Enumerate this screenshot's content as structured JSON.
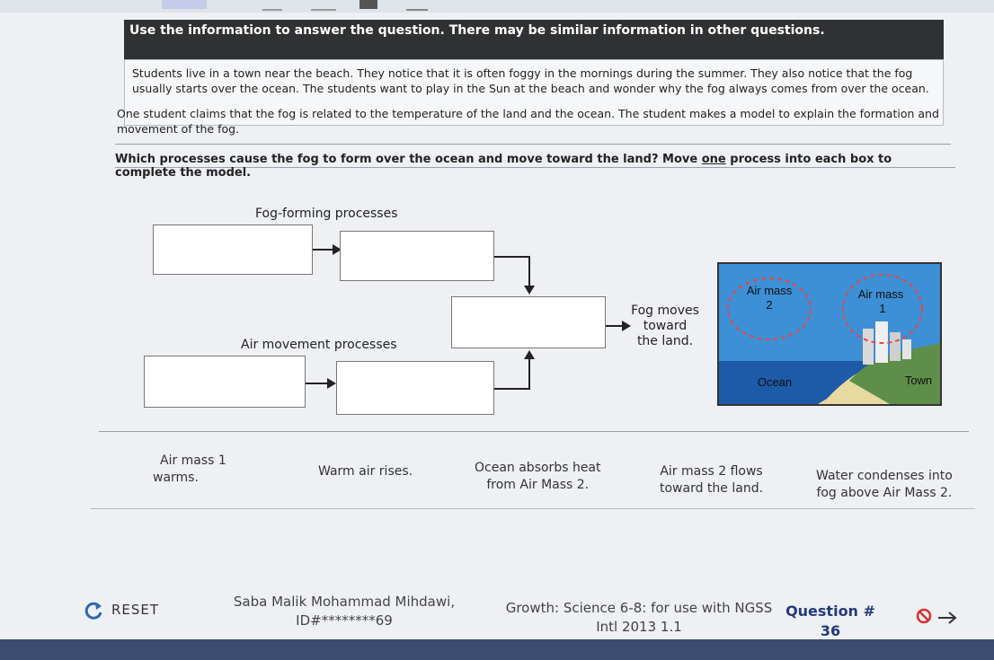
{
  "header": {
    "instruction": "Use the information to answer the question. There may be similar information in other questions."
  },
  "passage": {
    "line1": "Students live in a town near the beach. They notice that it is often foggy in the mornings during the summer. They also notice that the fog",
    "line2": "usually starts over the ocean. The students want to play in the Sun at the beach and wonder why the fog always comes from over the ocean."
  },
  "claim": {
    "line1": "One student claims that the fog is related to the temperature of the land and the ocean. The student makes a model to explain the formation and",
    "line2": "movement of the fog."
  },
  "question": {
    "before": "Which processes cause the fog to form over the ocean and move toward the land? Move ",
    "emph": "one",
    "after": " process into each box to complete the model."
  },
  "model": {
    "fog_forming_label": "Fog-forming processes",
    "air_movement_label": "Air movement processes",
    "fog_moves": [
      "Fog moves",
      "toward",
      "the land."
    ]
  },
  "scene": {
    "air_mass_2": [
      "Air mass",
      "2"
    ],
    "air_mass_1": [
      "Air mass",
      "1"
    ],
    "ocean": "Ocean",
    "town": "Town",
    "colors": {
      "sky": "#3d8fd6",
      "ocean": "#1d5aa8",
      "land": "#5e8e4a",
      "sand": "#e8d9a0"
    }
  },
  "choices": [
    {
      "line1": "Air mass 1",
      "line2": "warms."
    },
    {
      "line1": "Warm air rises.",
      "line2": ""
    },
    {
      "line1": "Ocean absorbs heat",
      "line2": "from Air Mass 2."
    },
    {
      "line1": "Air mass 2 flows",
      "line2": "toward the land."
    },
    {
      "line1": "Water condenses into",
      "line2": "fog above Air Mass 2."
    }
  ],
  "footer": {
    "reset_label": "RESET",
    "student_name": "Saba Malik Mohammad Mihdawi,",
    "student_id": "ID#********69",
    "test_name": "Growth: Science 6-8: for use with NGSS",
    "test_version": "Intl 2013 1.1",
    "question_label": "Question #",
    "question_number": "36"
  }
}
